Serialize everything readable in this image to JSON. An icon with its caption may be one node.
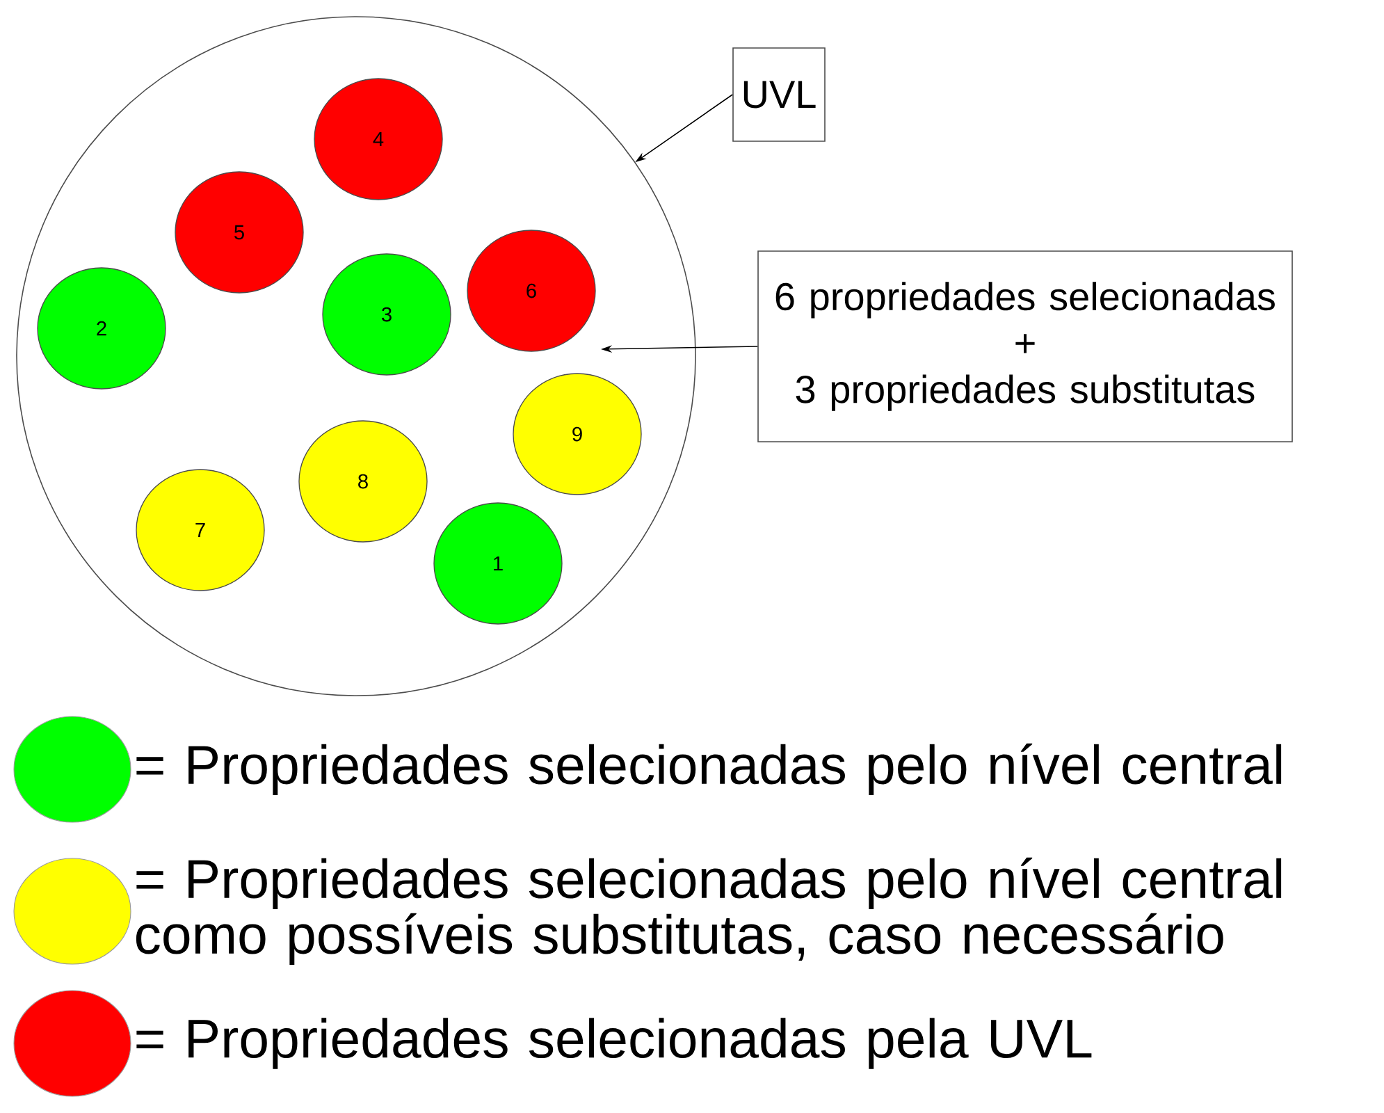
{
  "diagram": {
    "nodes": [
      {
        "text": [],
        "shape": "circle"
      },
      {
        "text": [
          "4"
        ],
        "in": 0
      },
      {
        "text": [
          "5"
        ],
        "in": 0
      },
      {
        "text": [
          "2"
        ],
        "in": 0
      },
      {
        "text": [
          "3"
        ],
        "in": 0
      },
      {
        "text": [
          "6"
        ],
        "in": 0
      },
      {
        "text": [
          "9"
        ],
        "in": 0
      },
      {
        "text": [
          "8"
        ],
        "in": 0
      },
      {
        "text": [
          "7"
        ],
        "in": 0
      },
      {
        "text": [
          "1"
        ],
        "in": 0
      },
      {
        "text": [
          "UVL"
        ]
      },
      {
        "text": [
          "6 propriedades selecionadas + 3 propriedades substitutas"
        ]
      }
    ],
    "edges": [
      {
        "from": 10,
        "to": 0,
        "arrow": "to"
      },
      {
        "from": 11,
        "to": null,
        "arrow": "to"
      }
    ],
    "legend": [
      {
        "text": "= Propriedades selecionadas pelo nível central",
        "color": "#00ff00"
      },
      {
        "text": "= Propriedades selecionadas pelo nível central como possíveis substitutas, caso necessário",
        "color": "#ffff00"
      },
      {
        "text": "= Propriedades selecionadas pela UVL",
        "color": "#ff0000"
      }
    ]
  }
}
